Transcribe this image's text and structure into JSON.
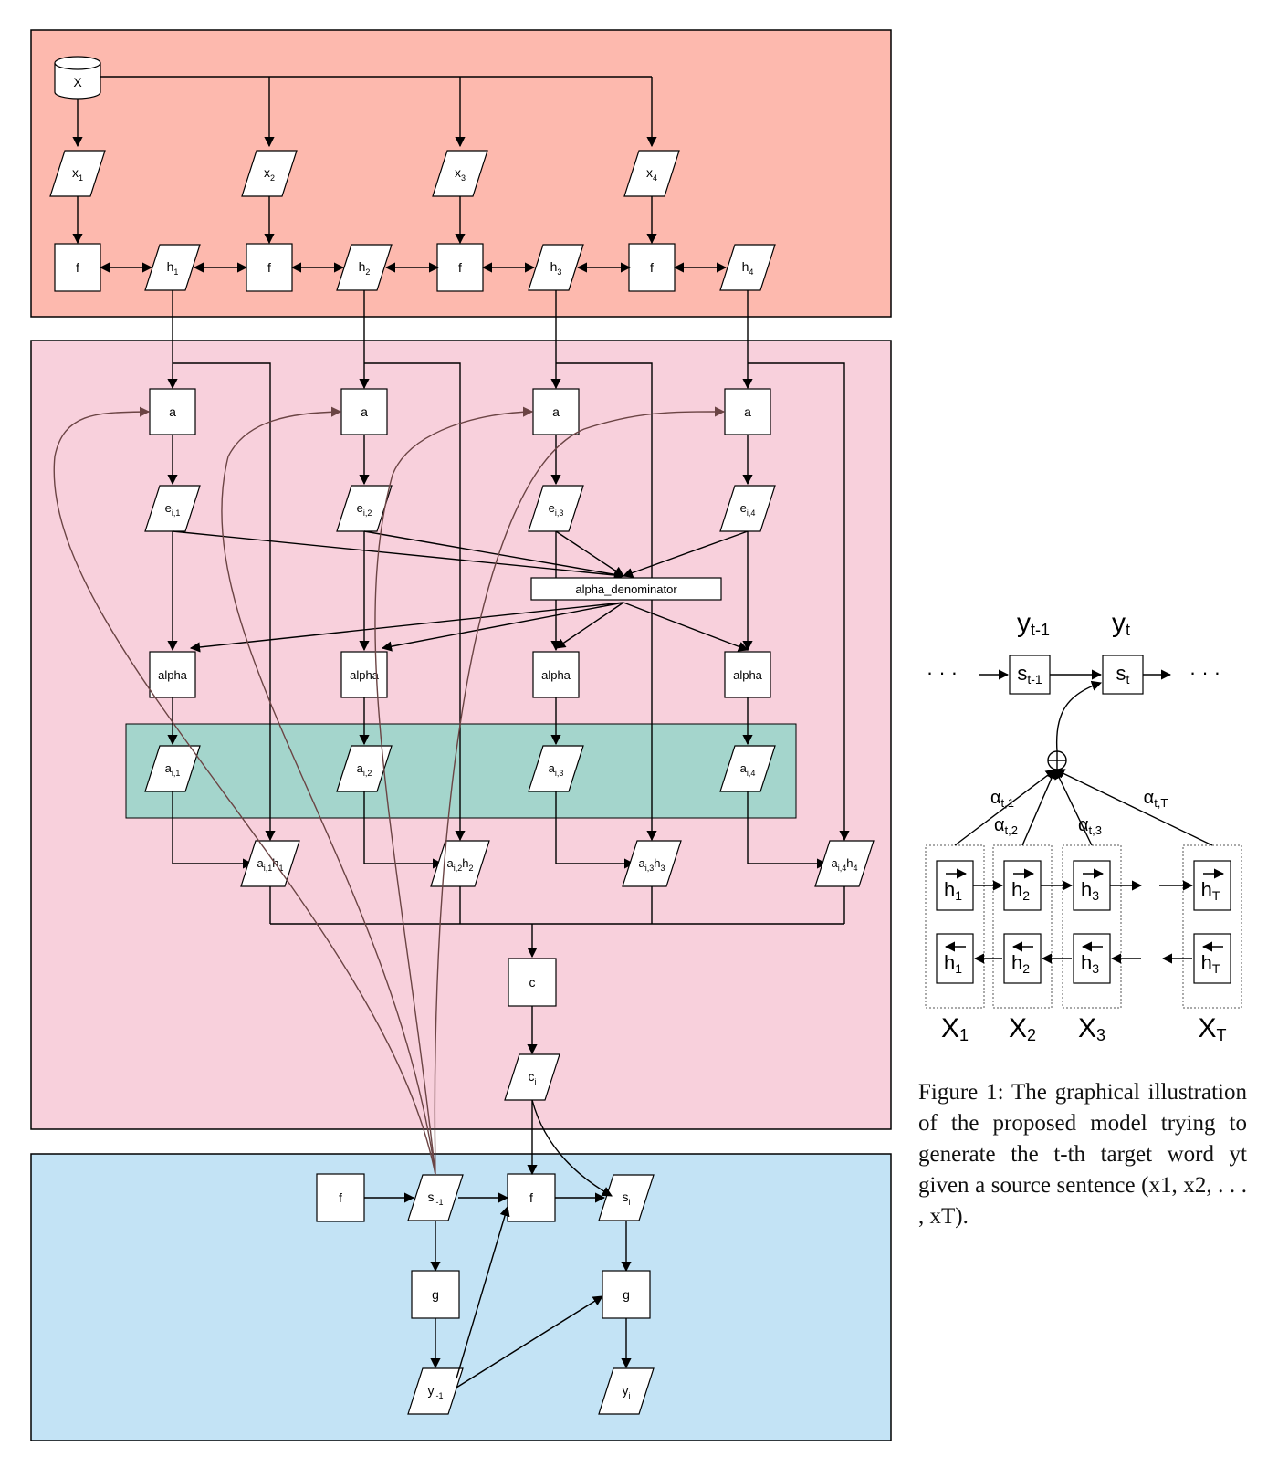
{
  "left_diagram": {
    "panels": {
      "encoder_color": "#fdb9ae",
      "attention_color": "#f8d0dc",
      "weights_color": "#a4d5cc",
      "decoder_color": "#c3e3f5"
    },
    "source_node": "X",
    "encoder": {
      "inputs": [
        {
          "base": "x",
          "sub": "1"
        },
        {
          "base": "x",
          "sub": "2"
        },
        {
          "base": "x",
          "sub": "3"
        },
        {
          "base": "x",
          "sub": "4"
        }
      ],
      "f_label": "f",
      "hidden": [
        {
          "base": "h",
          "sub": "1"
        },
        {
          "base": "h",
          "sub": "2"
        },
        {
          "base": "h",
          "sub": "3"
        },
        {
          "base": "h",
          "sub": "4"
        }
      ]
    },
    "attention": {
      "a_label": "a",
      "energies": [
        {
          "base": "e",
          "sub": "i,1"
        },
        {
          "base": "e",
          "sub": "i,2"
        },
        {
          "base": "e",
          "sub": "i,3"
        },
        {
          "base": "e",
          "sub": "i,4"
        }
      ],
      "denominator_label": "alpha_denominator",
      "alpha_label": "alpha",
      "weights": [
        {
          "base": "a",
          "sub": "i,1"
        },
        {
          "base": "a",
          "sub": "i,2"
        },
        {
          "base": "a",
          "sub": "i,3"
        },
        {
          "base": "a",
          "sub": "i,4"
        }
      ],
      "products": [
        {
          "a": "a",
          "asub": "i,1",
          "h": "h",
          "hsub": "1"
        },
        {
          "a": "a",
          "asub": "i,2",
          "h": "h",
          "hsub": "2"
        },
        {
          "a": "a",
          "asub": "i,3",
          "h": "h",
          "hsub": "3"
        },
        {
          "a": "a",
          "asub": "i,4",
          "h": "h",
          "hsub": "4"
        }
      ],
      "context_label": "c",
      "context_vector": {
        "base": "c",
        "sub": "i"
      }
    },
    "decoder": {
      "f_label": "f",
      "g_label": "g",
      "prev_state": {
        "base": "s",
        "sub": "i-1"
      },
      "state": {
        "base": "s",
        "sub": "i"
      },
      "prev_output": {
        "base": "y",
        "sub": "i-1"
      },
      "output": {
        "base": "y",
        "sub": "i"
      }
    }
  },
  "right_diagram": {
    "outputs": [
      {
        "base": "y",
        "sub": "t-1"
      },
      {
        "base": "y",
        "sub": "t"
      }
    ],
    "states": [
      {
        "base": "s",
        "sub": "t-1"
      },
      {
        "base": "s",
        "sub": "t"
      }
    ],
    "dots": "· · ·",
    "weights": [
      {
        "base": "α",
        "sub": "t,1"
      },
      {
        "base": "α",
        "sub": "t,2"
      },
      {
        "base": "α",
        "sub": "t,3"
      },
      {
        "base": "α",
        "sub": "t,T"
      }
    ],
    "hidden_subs": [
      "1",
      "2",
      "3",
      "T"
    ],
    "h_label": "h",
    "inputs": [
      {
        "base": "X",
        "sub": "1"
      },
      {
        "base": "X",
        "sub": "2"
      },
      {
        "base": "X",
        "sub": "3"
      },
      {
        "base": "X",
        "sub": "T"
      }
    ]
  },
  "caption": {
    "prefix": "Figure 1:  The graphical illustration of the proposed model trying to generate the ",
    "t_var": "t",
    "middle": "-th target word ",
    "yt": "y",
    "yt_sub": "t",
    "middle2": " given a source sentence ",
    "seq": "(x",
    "seq_rest": "1, x2, . . . , xT).",
    "full": "Figure 1:  The graphical illustration of the proposed model trying to generate the t-th target word yt given a source sentence (x1, x2, . . . , xT)."
  }
}
